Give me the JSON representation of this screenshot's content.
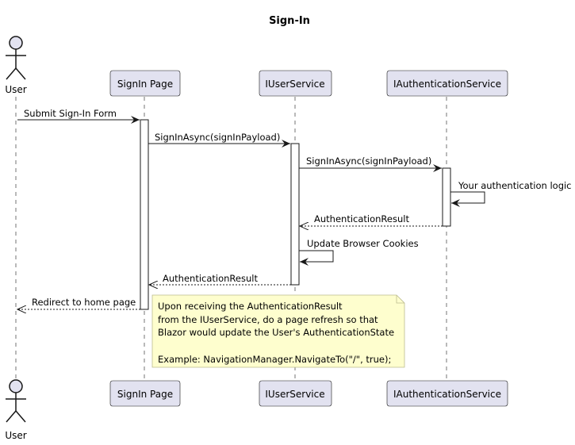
{
  "diagram": {
    "title": "Sign-In",
    "participants": {
      "user": {
        "label": "User",
        "kind": "actor"
      },
      "signin_page": {
        "label": "SignIn Page",
        "kind": "participant"
      },
      "user_service": {
        "label": "IUserService",
        "kind": "participant"
      },
      "auth_service": {
        "label": "IAuthenticationService",
        "kind": "participant"
      }
    },
    "messages": {
      "m1": {
        "from": "User",
        "to": "SignIn Page",
        "label": "Submit Sign-In Form",
        "style": "solid"
      },
      "m2": {
        "from": "SignIn Page",
        "to": "IUserService",
        "label": "SignInAsync(signInPayload)",
        "style": "solid"
      },
      "m3": {
        "from": "IUserService",
        "to": "IAuthenticationService",
        "label": "SignInAsync(signInPayload)",
        "style": "solid"
      },
      "m4": {
        "from": "IAuthenticationService",
        "to": "IAuthenticationService",
        "label": "Your authentication logic",
        "style": "self"
      },
      "m5": {
        "from": "IAuthenticationService",
        "to": "IUserService",
        "label": "AuthenticationResult",
        "style": "dashed"
      },
      "m6": {
        "from": "IUserService",
        "to": "IUserService",
        "label": "Update Browser Cookies",
        "style": "self"
      },
      "m7": {
        "from": "IUserService",
        "to": "SignIn Page",
        "label": "AuthenticationResult",
        "style": "dashed"
      },
      "m8": {
        "from": "SignIn Page",
        "to": "User",
        "label": "Redirect to home page",
        "style": "dashed"
      }
    },
    "note": {
      "line1": "Upon receiving the AuthenticationResult",
      "line2": "from the IUserService, do a page refresh so that",
      "line3": "Blazor would update the User's AuthenticationState",
      "line4": "Example: NavigationManager.NavigateTo(\"/\", true);"
    },
    "colors": {
      "participant_fill": "#e2e2f0",
      "participant_border": "#181818",
      "note_fill": "#fefece",
      "note_border": "#bcbc8f",
      "activation_fill": "#ffffff"
    }
  }
}
